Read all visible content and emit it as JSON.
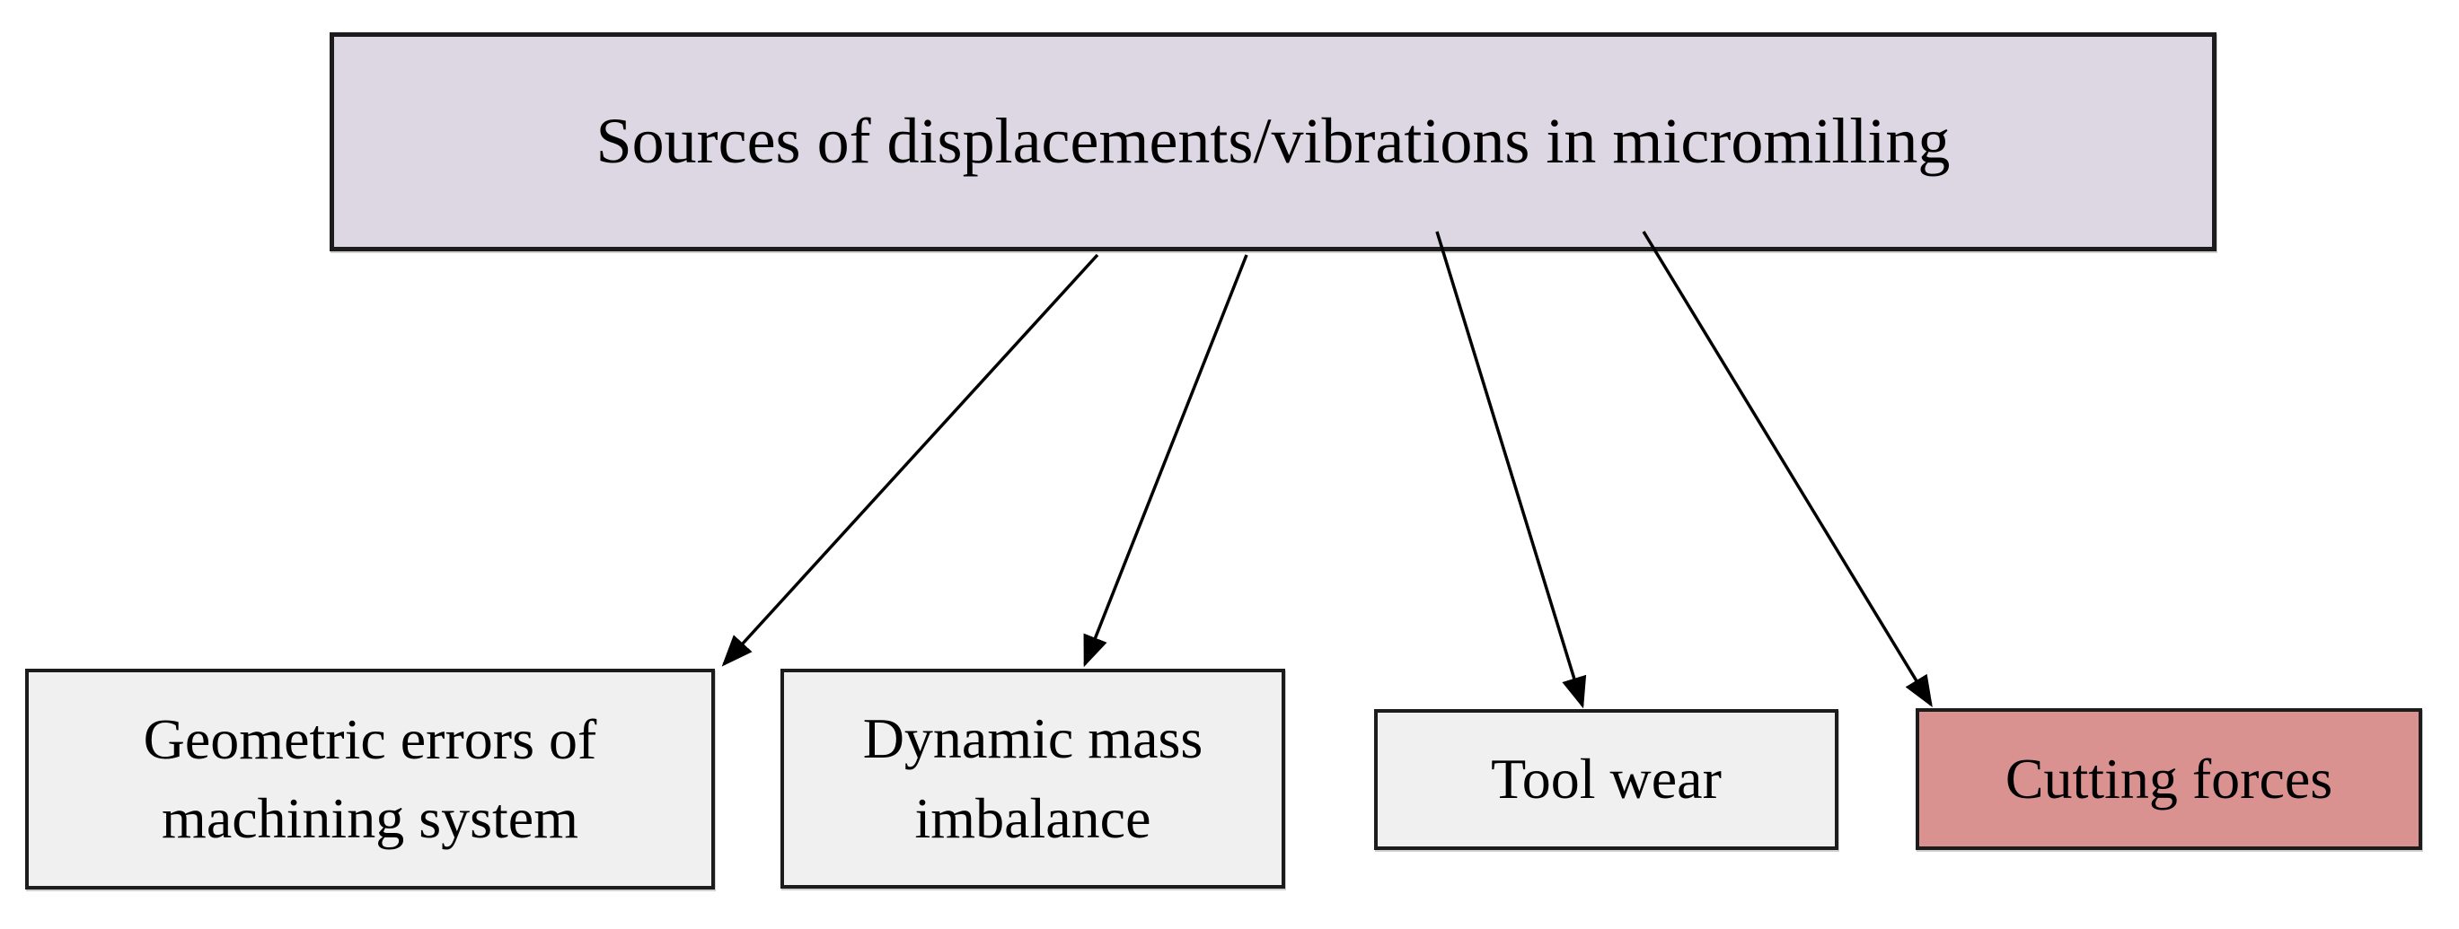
{
  "diagram": {
    "background": "#ffffff",
    "border_color": "#1c1c1c",
    "root": {
      "label": "Sources of displacements/vibrations in micromilling",
      "fill": "#dcd7e3"
    },
    "children": [
      {
        "label": "Geometric errors of machining system",
        "fill": "#f0f0f0",
        "highlighted": false
      },
      {
        "label": "Dynamic mass imbalance",
        "fill": "#f0f0f0",
        "highlighted": false
      },
      {
        "label": "Tool wear",
        "fill": "#f0f0f0",
        "highlighted": false
      },
      {
        "label": "Cutting forces",
        "fill": "#d9928f",
        "highlighted": true
      }
    ]
  }
}
